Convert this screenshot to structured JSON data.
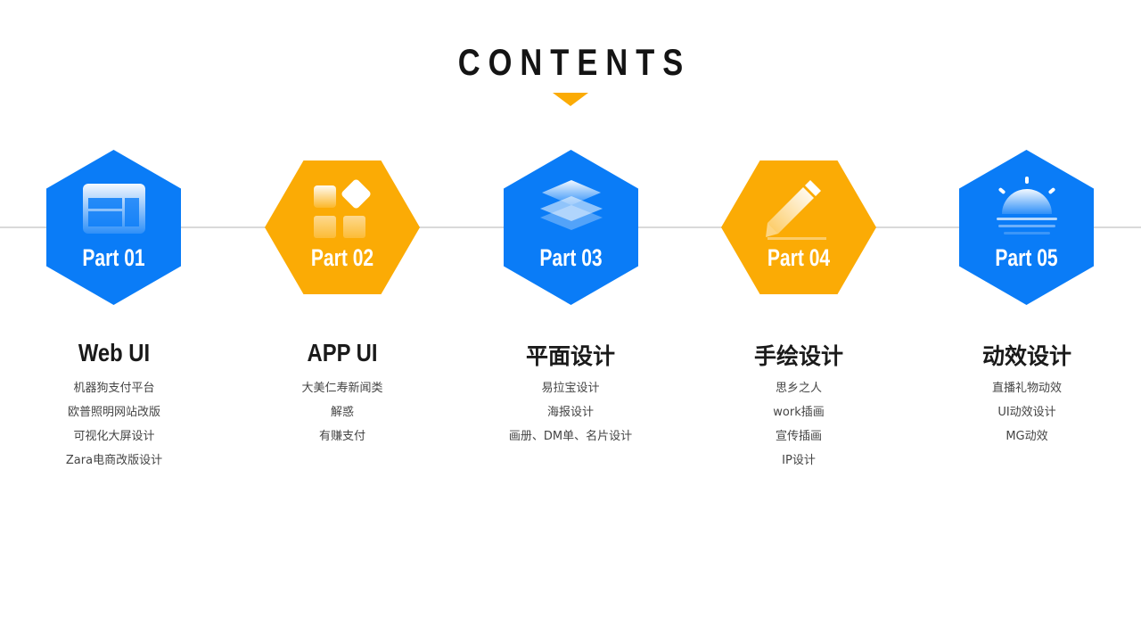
{
  "header": {
    "title": "CONTENTS",
    "arrow_icon": "triangle-down-icon"
  },
  "colors": {
    "blue": "#0a7cf7",
    "yellow": "#fbab05",
    "timeline": "#d9d9d9",
    "title": "#141414",
    "item_text": "#444444"
  },
  "parts": [
    {
      "label": "Part 01",
      "icon": "web-layout-icon",
      "color": "blue",
      "title": "Web UI",
      "items": [
        "机器狗支付平台",
        "欧普照明网站改版",
        "可视化大屏设计",
        "Zara电商改版设计"
      ]
    },
    {
      "label": "Part 02",
      "icon": "app-grid-icon",
      "color": "yellow",
      "title": "APP UI",
      "items": [
        "大美仁寿新闻类",
        "解惑",
        "有赚支付"
      ]
    },
    {
      "label": "Part 03",
      "icon": "layers-icon",
      "color": "blue",
      "title": "平面设计",
      "items": [
        "易拉宝设计",
        "海报设计",
        "画册、DM单、名片设计"
      ]
    },
    {
      "label": "Part 04",
      "icon": "pencil-icon",
      "color": "yellow",
      "title": "手绘设计",
      "items": [
        "思乡之人",
        "work插画",
        "宣传插画",
        "IP设计"
      ]
    },
    {
      "label": "Part 05",
      "icon": "sunrise-icon",
      "color": "blue",
      "title": "动效设计",
      "items": [
        "直播礼物动效",
        "UI动效设计",
        "MG动效"
      ]
    }
  ]
}
